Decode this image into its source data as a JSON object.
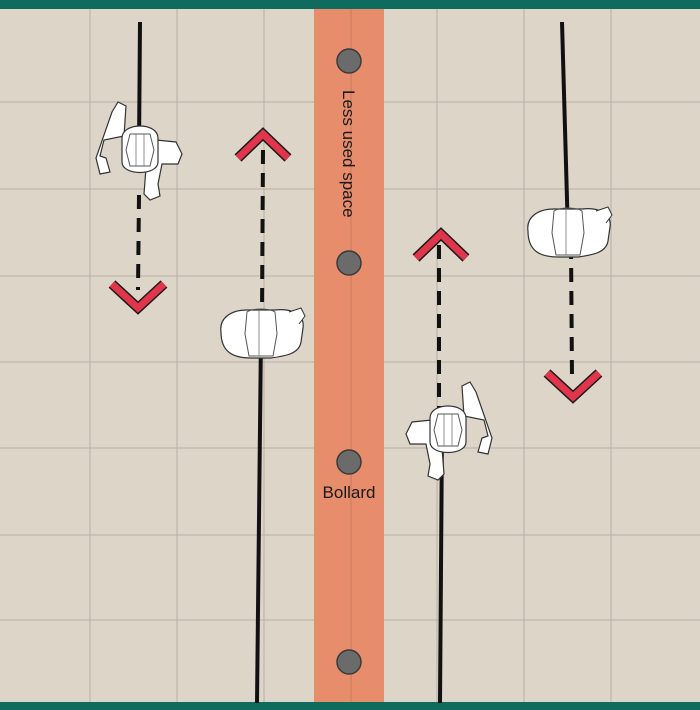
{
  "labels": {
    "strip": "Less used space",
    "bollard": "Bollard"
  },
  "colors": {
    "floor": "#ddd5c8",
    "grid": "#b7b0a6",
    "strip": "#e78d6c",
    "border": "#0f6b5d",
    "bollard": "#6b6b6b",
    "arrow": "#e0354a",
    "line": "#111111",
    "figure": "#ffffff"
  },
  "elements": {
    "bollard_count": 4,
    "pedestrian_count": 4,
    "arrows": [
      "down",
      "up",
      "up",
      "down"
    ]
  }
}
